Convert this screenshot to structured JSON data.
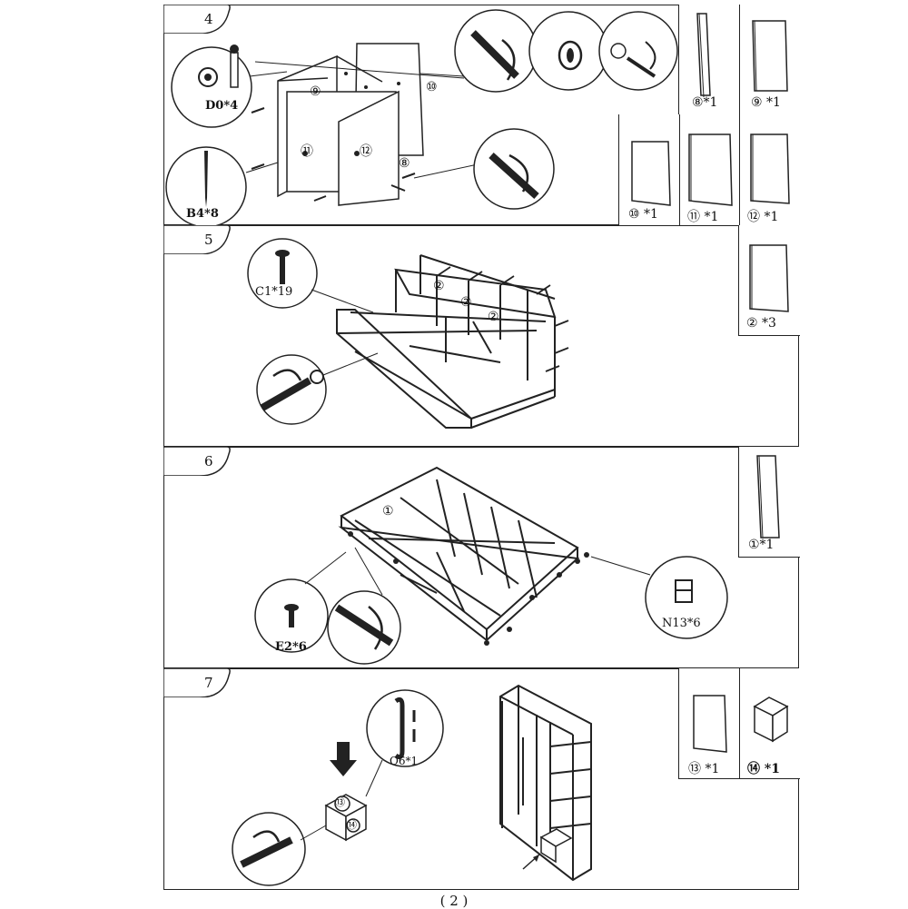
{
  "steps": [
    {
      "number": "4",
      "hardware": [
        {
          "label": "D0*4"
        },
        {
          "label": "B4*8"
        }
      ],
      "parts": [
        {
          "label": "⑧*1"
        },
        {
          "label": "⑨ *1"
        },
        {
          "label": "⑩ *1"
        },
        {
          "label": "⑪ *1"
        },
        {
          "label": "⑫ *1"
        }
      ],
      "callouts": [
        "⑨",
        "⑩",
        "⑪",
        "⑫",
        "⑧"
      ]
    },
    {
      "number": "5",
      "hardware": [
        {
          "label": "C1*19"
        }
      ],
      "parts": [
        {
          "label": "② *3"
        }
      ],
      "callouts": [
        "②",
        "②",
        "②"
      ]
    },
    {
      "number": "6",
      "hardware": [
        {
          "label": "E2*6"
        },
        {
          "label": "N13*6"
        }
      ],
      "parts": [
        {
          "label": "①*1"
        }
      ],
      "callouts": [
        "①"
      ]
    },
    {
      "number": "7",
      "hardware": [
        {
          "label": "Q6*1"
        }
      ],
      "parts": [
        {
          "label": "⑬ *1"
        },
        {
          "label": "⑭ *1"
        }
      ],
      "callouts": [
        "⑬",
        "⑭"
      ]
    }
  ],
  "page_number": "( 2 )"
}
